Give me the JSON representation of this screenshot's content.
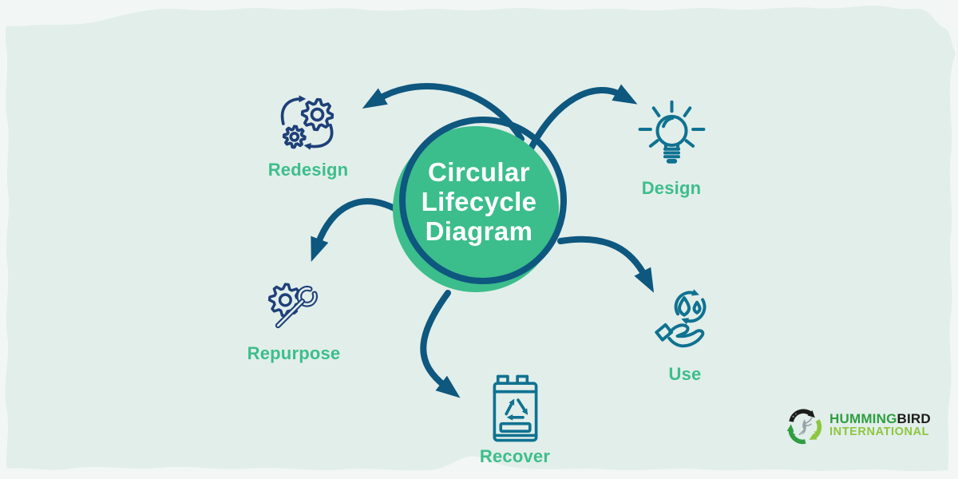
{
  "title": {
    "lines": [
      "Circular",
      "Lifecycle",
      "Diagram"
    ]
  },
  "nodes": [
    {
      "id": "redesign",
      "label": "Redesign",
      "icon": "gears-cycle-icon"
    },
    {
      "id": "design",
      "label": "Design",
      "icon": "lightbulb-icon"
    },
    {
      "id": "repurpose",
      "label": "Repurpose",
      "icon": "gear-wrench-icon"
    },
    {
      "id": "use",
      "label": "Use",
      "icon": "hand-water-drops-icon"
    },
    {
      "id": "recover",
      "label": "Recover",
      "icon": "battery-recycle-icon"
    }
  ],
  "edges": [
    {
      "from": "hub",
      "to": "redesign"
    },
    {
      "from": "hub",
      "to": "design"
    },
    {
      "from": "hub",
      "to": "repurpose"
    },
    {
      "from": "hub",
      "to": "use"
    },
    {
      "from": "hub",
      "to": "recover"
    }
  ],
  "logo": {
    "word_primary": "HUMMING",
    "word_secondary": "BIRD",
    "word_tagline": "INTERNATIONAL",
    "icon": "recycle-bird-icon"
  },
  "colors": {
    "bg-main": "#e2eeea",
    "bg-edge": "#f2f7f5",
    "hub-green": "#3cbd8c",
    "label-green": "#3dbe8c",
    "arrow-blue": "#0e577f",
    "icon-navy": "#1e4079",
    "icon-teal": "#0f7291",
    "logo-black": "#1d1d1b",
    "logo-green": "#2f9e41",
    "logo-lime": "#8dc63f",
    "logo-bird-gray": "#98a2a9",
    "title-white": "#ffffff"
  }
}
